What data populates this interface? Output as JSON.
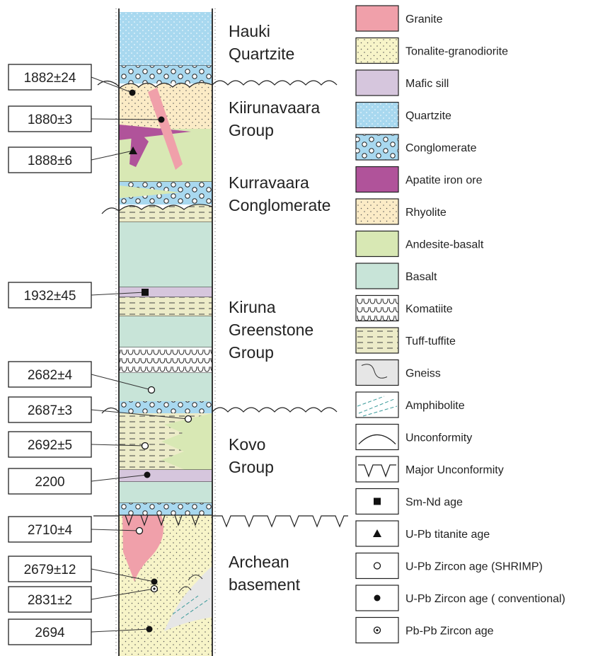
{
  "ages": [
    {
      "label": "1882±24",
      "marker": "circle-filled"
    },
    {
      "label": "1880±3",
      "marker": "circle-filled"
    },
    {
      "label": "1888±6",
      "marker": "triangle"
    },
    {
      "label": "1932±45",
      "marker": "square"
    },
    {
      "label": "2682±4",
      "marker": "circle-open"
    },
    {
      "label": "2687±3",
      "marker": "circle-open"
    },
    {
      "label": "2692±5",
      "marker": "circle-open"
    },
    {
      "label": "2200",
      "marker": "circle-filled"
    },
    {
      "label": "2710±4",
      "marker": "circle-open"
    },
    {
      "label": "2679±12",
      "marker": "circle-filled"
    },
    {
      "label": "2831±2",
      "marker": "circle-dot"
    },
    {
      "label": "2694",
      "marker": "circle-filled"
    }
  ],
  "units": [
    {
      "lines": [
        "Hauki",
        "Quartzite"
      ]
    },
    {
      "lines": [
        "Kiirunavaara",
        "Group"
      ]
    },
    {
      "lines": [
        "Kurravaara",
        "Conglomerate"
      ]
    },
    {
      "lines": [
        "Kiruna",
        "Greenstone",
        "Group"
      ]
    },
    {
      "lines": [
        "Kovo",
        "Group"
      ]
    },
    {
      "lines": [
        "Archean",
        "basement"
      ]
    }
  ],
  "legend": [
    {
      "label": "Granite",
      "symbol": "granite"
    },
    {
      "label": "Tonalite-granodiorite",
      "symbol": "tonalite"
    },
    {
      "label": "Mafic sill",
      "symbol": "mafic"
    },
    {
      "label": "Quartzite",
      "symbol": "quartzite"
    },
    {
      "label": "Conglomerate",
      "symbol": "conglomerate"
    },
    {
      "label": "Apatite iron ore",
      "symbol": "apatite"
    },
    {
      "label": "Rhyolite",
      "symbol": "rhyolite"
    },
    {
      "label": "Andesite-basalt",
      "symbol": "andesite"
    },
    {
      "label": "Basalt",
      "symbol": "basalt"
    },
    {
      "label": "Komatiite",
      "symbol": "komatiite"
    },
    {
      "label": "Tuff-tuffite",
      "symbol": "tuff"
    },
    {
      "label": "Gneiss",
      "symbol": "gneiss"
    },
    {
      "label": "Amphibolite",
      "symbol": "amphibolite"
    },
    {
      "label": "Unconformity",
      "symbol": "unconformity"
    },
    {
      "label": "Major Unconformity",
      "symbol": "major-unconformity"
    },
    {
      "label": "Sm-Nd age",
      "symbol": "square"
    },
    {
      "label": "U-Pb titanite age",
      "symbol": "triangle"
    },
    {
      "label": "U-Pb Zircon age (SHRIMP)",
      "symbol": "circle-open"
    },
    {
      "label": "U-Pb Zircon age ( conventional)",
      "symbol": "circle-filled"
    },
    {
      "label": "Pb-Pb Zircon age",
      "symbol": "circle-dot"
    }
  ],
  "colors": {
    "granite": "#f0a0aa",
    "tonalite": "#f7f4c8",
    "mafic": "#d6c6dd",
    "quartzite": "#a8d8ef",
    "apatite": "#b0539a",
    "rhyolite": "#fbebc6",
    "andesite": "#d8e8b4",
    "basalt": "#c8e4d8",
    "tuff": "#ecebc8",
    "gneiss": "#e6e6e6",
    "line": "#222222"
  }
}
